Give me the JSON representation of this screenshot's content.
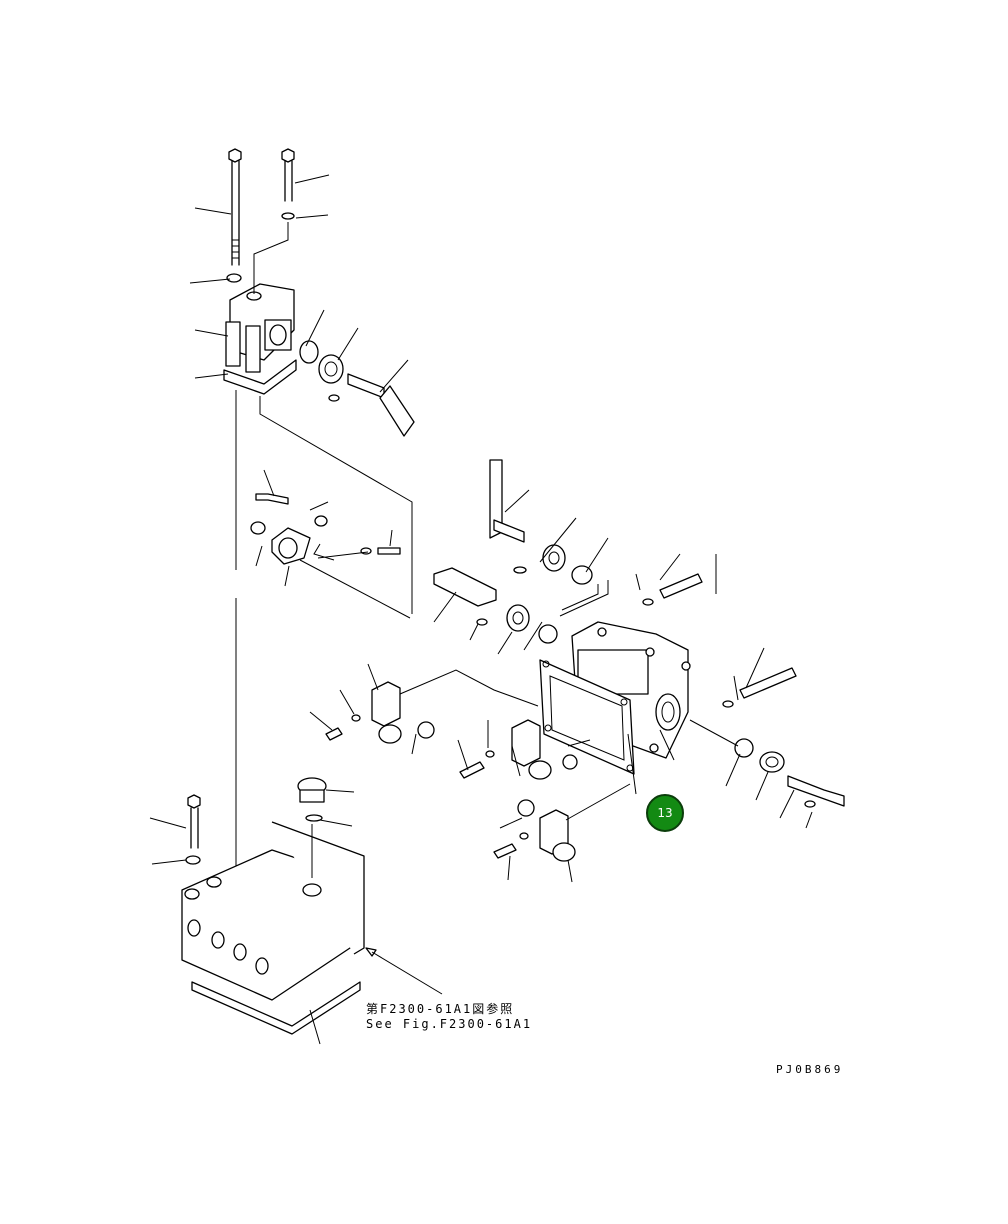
{
  "callouts": [
    {
      "number": "13",
      "color": "#138a13"
    }
  ],
  "reference": {
    "line_jp": "第F2300-61A1図参照",
    "line_en": "See Fig.F2300-61A1"
  },
  "drawing_code": "PJ0B869"
}
